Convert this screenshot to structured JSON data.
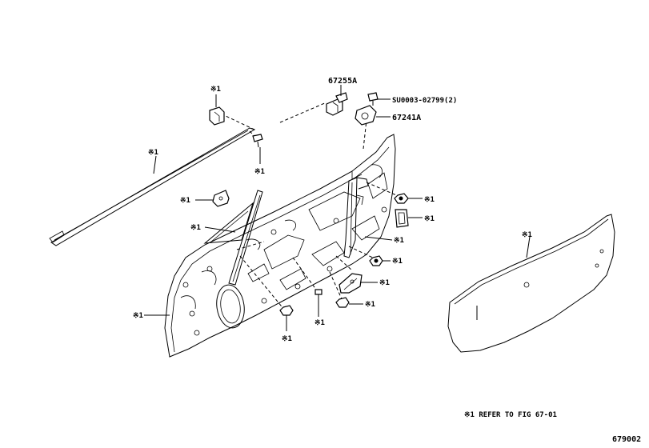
{
  "labels": {
    "ref_mark": "※1",
    "part_67255A": "67255A",
    "part_su0003": "SU0003-02799(2)",
    "part_67241A": "67241A",
    "note": "※1 REFER TO FIG 67-01",
    "figure_number": "679002"
  }
}
